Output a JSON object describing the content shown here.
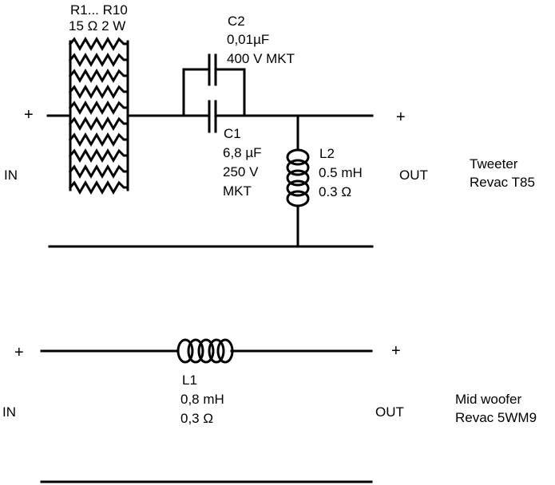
{
  "tweeter_section": {
    "resistors": {
      "designator": "R1... R10",
      "value": "15 Ω 2 W"
    },
    "c2": {
      "designator": "C2",
      "value": "0,01µF",
      "spec": "400 V MKT"
    },
    "c1": {
      "designator": "C1",
      "value": "6,8 µF",
      "voltage": "250 V",
      "type": "MKT"
    },
    "l2": {
      "designator": "L2",
      "inductance": "0.5 mH",
      "resistance": "0.3 Ω"
    },
    "in_plus": "+",
    "out_plus": "+",
    "in_label": "IN",
    "out_label": "OUT",
    "driver": {
      "line1": "Tweeter",
      "line2": "Revac T85"
    }
  },
  "woofer_section": {
    "l1": {
      "designator": "L1",
      "inductance": "0,8 mH",
      "resistance": "0,3 Ω"
    },
    "in_plus": "+",
    "out_plus": "+",
    "in_label": "IN",
    "out_label": "OUT",
    "driver": {
      "line1": "Mid woofer",
      "line2": "Revac 5WM9"
    }
  },
  "colors": {
    "ink": "#000000",
    "background": "#ffffff"
  }
}
